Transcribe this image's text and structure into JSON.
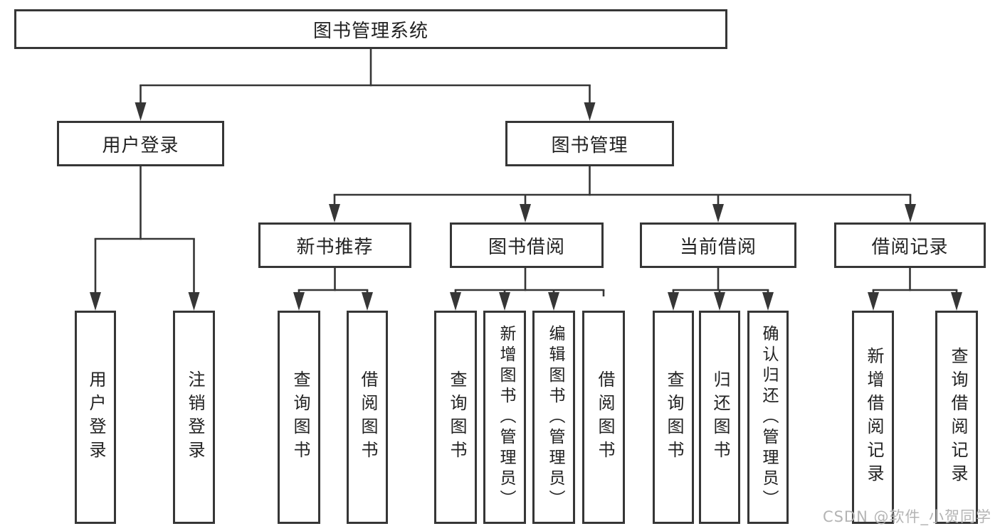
{
  "colors": {
    "background": "#ffffff",
    "box_border": "#363636",
    "connector": "#363636",
    "text": "#222222",
    "watermark": "#b4b4b4"
  },
  "tree": {
    "root": {
      "label": "图书管理系统"
    },
    "children": [
      {
        "label": "用户登录",
        "children": [
          {
            "label": "用户登录"
          },
          {
            "label": "注销登录"
          }
        ]
      },
      {
        "label": "图书管理",
        "children": [
          {
            "label": "新书推荐",
            "children": [
              {
                "label": "查询图书"
              },
              {
                "label": "借阅图书"
              }
            ]
          },
          {
            "label": "图书借阅",
            "children": [
              {
                "label": "查询图书"
              },
              {
                "label": "新增图书（管理员）"
              },
              {
                "label": "编辑图书（管理员）"
              },
              {
                "label": "借阅图书"
              }
            ]
          },
          {
            "label": "当前借阅",
            "children": [
              {
                "label": "查询图书"
              },
              {
                "label": "归还图书"
              },
              {
                "label": "确认归还（管理员）"
              }
            ]
          },
          {
            "label": "借阅记录",
            "children": [
              {
                "label": "新增借阅记录"
              },
              {
                "label": "查询借阅记录"
              }
            ]
          }
        ]
      }
    ]
  },
  "watermark": {
    "text": "CSDN @软件_小贺同学"
  }
}
